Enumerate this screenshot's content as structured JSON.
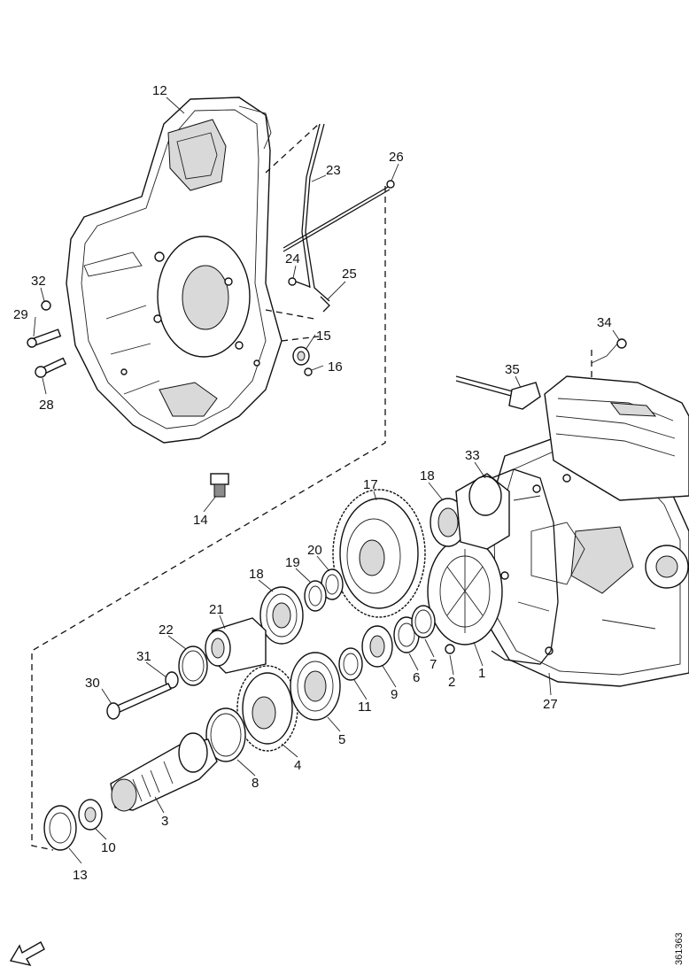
{
  "diagram": {
    "reference_number": "361363",
    "callouts": [
      "1",
      "2",
      "3",
      "4",
      "5",
      "6",
      "7",
      "8",
      "9",
      "10",
      "11",
      "12",
      "13",
      "14",
      "15",
      "16",
      "17",
      "18",
      "19",
      "20",
      "21",
      "22",
      "23",
      "24",
      "25",
      "26",
      "27",
      "28",
      "29",
      "30",
      "31",
      "32",
      "33",
      "34",
      "35",
      "18"
    ]
  }
}
